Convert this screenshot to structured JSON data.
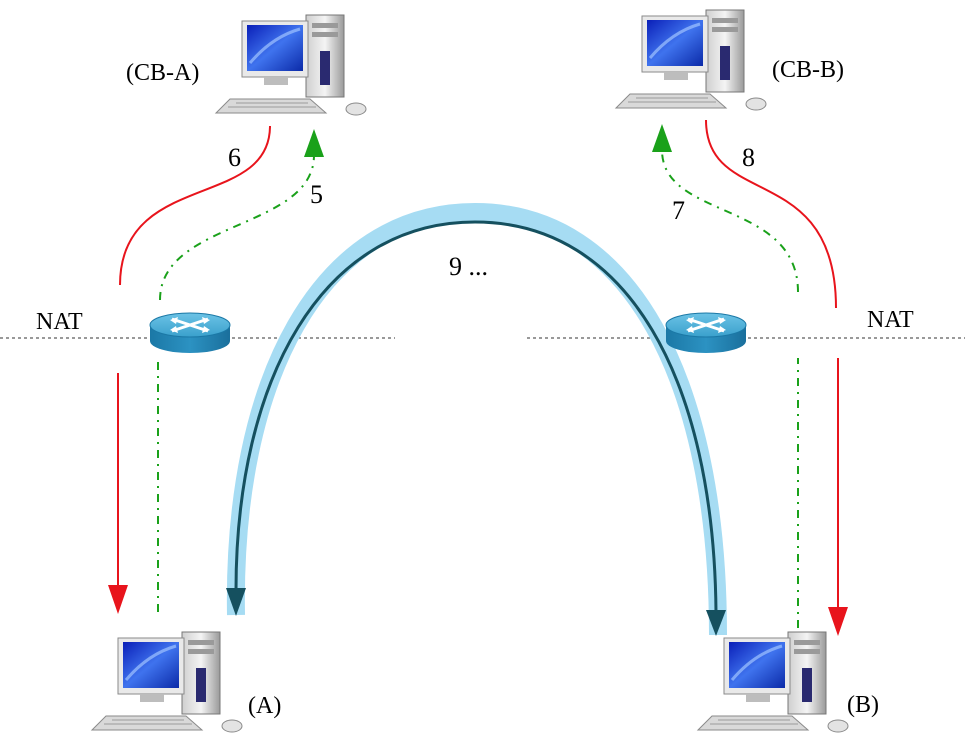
{
  "nodes": {
    "cb_a": {
      "label": "(CB-A)"
    },
    "cb_b": {
      "label": "(CB-B)"
    },
    "a": {
      "label": "(A)"
    },
    "b": {
      "label": "(B)"
    }
  },
  "nat": {
    "left_label": "NAT",
    "right_label": "NAT"
  },
  "steps": {
    "s5": "5",
    "s6": "6",
    "s7": "7",
    "s8": "8",
    "s9": "9 ..."
  },
  "colors": {
    "red": "#e8141c",
    "green": "#1aa11a",
    "arc_glow": "#a6dcf3",
    "arc_core": "#15505f",
    "router_top": "#4fb0d6",
    "router_side": "#1d7fae"
  },
  "icons": {
    "computer": "desktop-computer-icon",
    "router": "router-icon"
  }
}
